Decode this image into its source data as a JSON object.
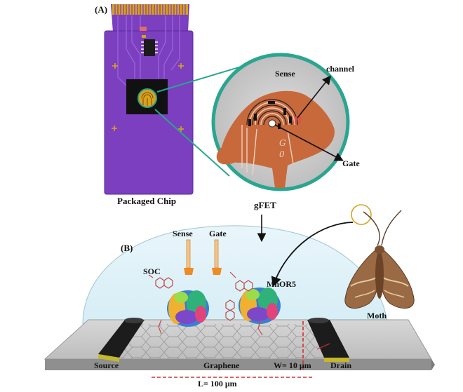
{
  "panel_a": {
    "panel_label": "(A)",
    "chip_caption": "Packaged Chip",
    "zoom_labels": {
      "sense": "Sense",
      "channel": "channel",
      "gate": "Gate"
    }
  },
  "gfet_label": "gFET",
  "panel_b": {
    "panel_label": "(B)",
    "electrodes": {
      "sense": "Sense",
      "gate": "Gate"
    },
    "soc": "SOC",
    "receptor": "MhOR5",
    "moth": "Moth",
    "source": "Source",
    "graphene": "Graphene",
    "width": "W= 10 μm",
    "drain": "Drain",
    "length": "L= 100 μm"
  },
  "colors": {
    "chip_purple": "#7b3fc0",
    "chip_edge": "#5a2896",
    "gold": "#d9a21b",
    "copper": "#c8693b",
    "teal": "#2aa58f",
    "electrode_orange": "#f08a24",
    "red_dash": "#d23030"
  }
}
